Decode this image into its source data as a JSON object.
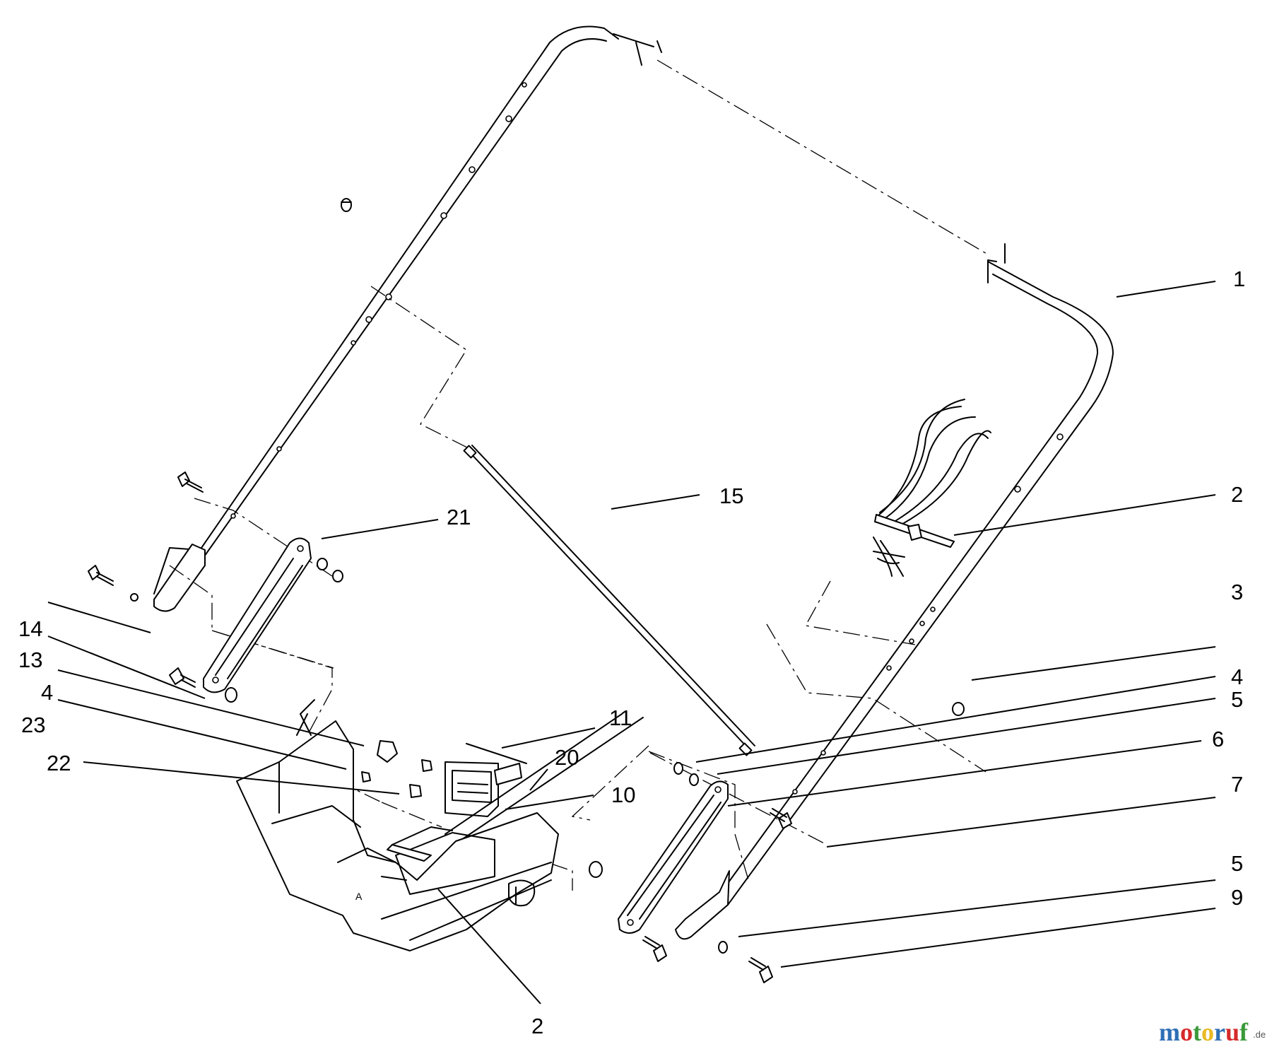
{
  "callouts": [
    {
      "id": "c1",
      "label": "1"
    },
    {
      "id": "c2a",
      "label": "2"
    },
    {
      "id": "c3",
      "label": "3"
    },
    {
      "id": "c4a",
      "label": "4"
    },
    {
      "id": "c5a",
      "label": "5"
    },
    {
      "id": "c6",
      "label": "6"
    },
    {
      "id": "c7",
      "label": "7"
    },
    {
      "id": "c5b",
      "label": "5"
    },
    {
      "id": "c9",
      "label": "9"
    },
    {
      "id": "c15",
      "label": "15"
    },
    {
      "id": "c21",
      "label": "21"
    },
    {
      "id": "c14",
      "label": "14"
    },
    {
      "id": "c13",
      "label": "13"
    },
    {
      "id": "c4b",
      "label": "4"
    },
    {
      "id": "c23",
      "label": "23"
    },
    {
      "id": "c22",
      "label": "22"
    },
    {
      "id": "c11",
      "label": "11"
    },
    {
      "id": "c20",
      "label": "20"
    },
    {
      "id": "c10",
      "label": "10"
    },
    {
      "id": "c2b",
      "label": "2"
    }
  ],
  "watermark": {
    "brand": "motoruf",
    "suffix": ".de"
  },
  "colors": {
    "line": "#000000",
    "background": "#ffffff",
    "brand_blue": "#2d6fb5",
    "brand_red": "#d62a2a",
    "brand_green": "#3a9a3a",
    "brand_yellow": "#e8b923"
  }
}
